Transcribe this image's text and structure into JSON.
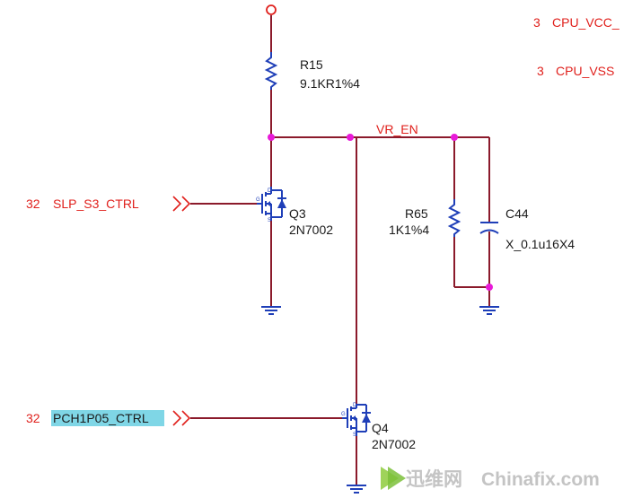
{
  "nets": {
    "cpu_vcc": {
      "sheet": "3",
      "name": "CPU_VCC_"
    },
    "cpu_vss": {
      "sheet": "3",
      "name": "CPU_VSS"
    },
    "vr_en": "VR_EN",
    "slp_s3_ctrl": {
      "sheet": "32",
      "name": "SLP_S3_CTRL"
    },
    "pch1p05_ctrl": {
      "sheet": "32",
      "name": "PCH1P05_CTRL"
    }
  },
  "components": {
    "r15": {
      "ref": "R15",
      "value": "9.1KR1%4"
    },
    "r65": {
      "ref": "R65",
      "value": "1K1%4"
    },
    "c44": {
      "ref": "C44",
      "value": "X_0.1u16X4"
    },
    "q3": {
      "ref": "Q3",
      "value": "2N7002",
      "pins": {
        "d": "D",
        "s": "S",
        "g": "G"
      }
    },
    "q4": {
      "ref": "Q4",
      "value": "2N7002",
      "pins": {
        "d": "D",
        "s": "S",
        "g": "G"
      }
    }
  },
  "watermark": {
    "cn": "迅维网",
    "en": "Chinafix.com"
  },
  "colors": {
    "net_label": "#e0201c",
    "wire": "#8b1a2b",
    "device": "#1f3fb8",
    "junction": "#e81ad8",
    "highlight": "#7fd6e6"
  }
}
